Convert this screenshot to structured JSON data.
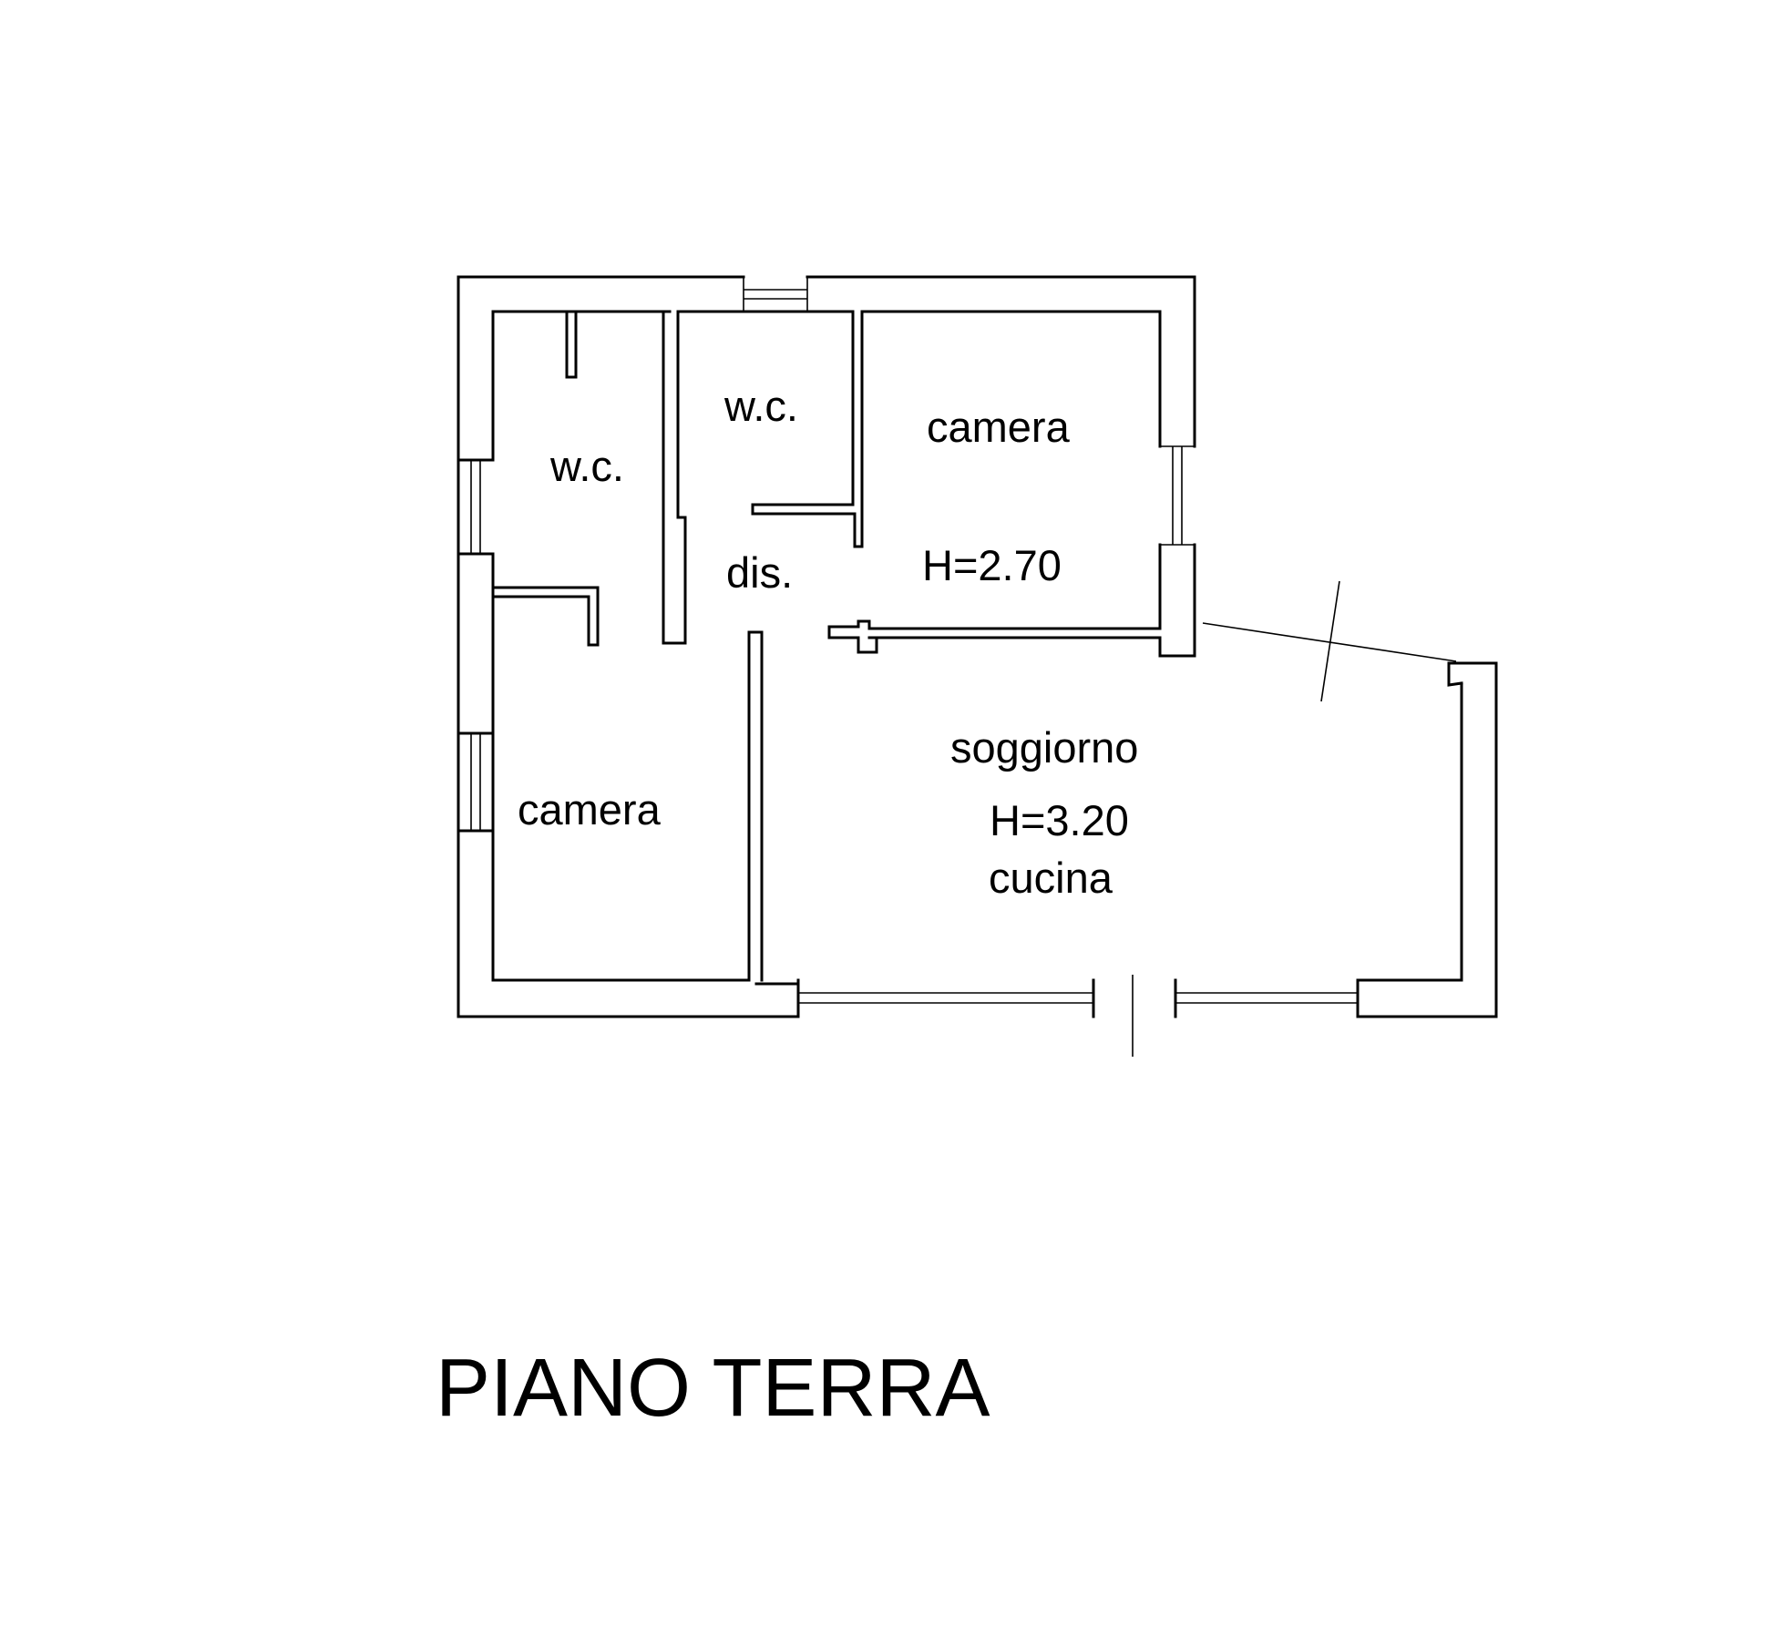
{
  "plan": {
    "title": "PIANO TERRA",
    "rooms": {
      "wc_left": "w.c.",
      "wc_middle": "w.c.",
      "camera_top": "camera",
      "camera_top_height": "H=2.70",
      "disimpegno": "dis.",
      "camera_bottom": "camera",
      "soggiorno": "soggiorno",
      "soggiorno_height": "H=3.20",
      "cucina": "cucina"
    }
  }
}
